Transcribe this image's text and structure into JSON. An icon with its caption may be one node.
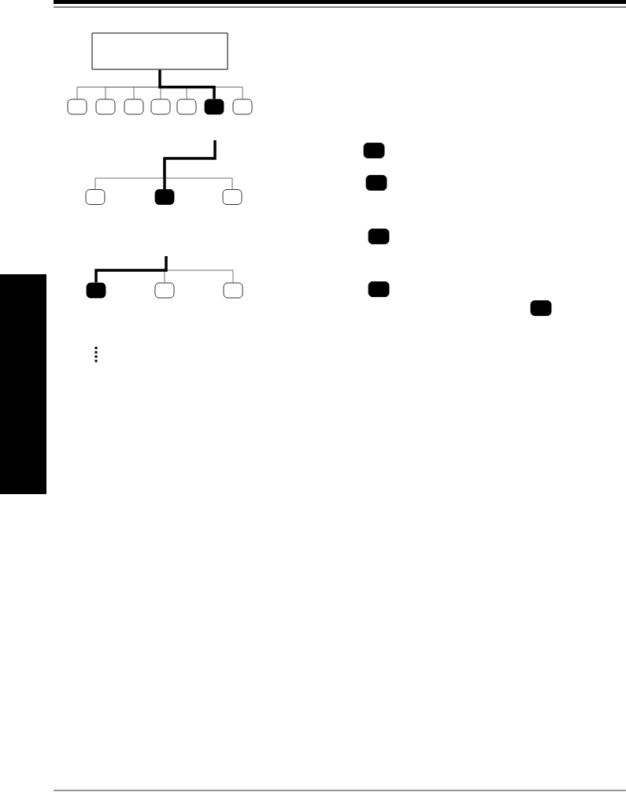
{
  "diagram": {
    "nodes": [
      {
        "text": [],
        "shape": "box"
      },
      {
        "text": [],
        "shape": "box"
      },
      {
        "text": [],
        "shape": "box"
      },
      {
        "text": [],
        "shape": "box"
      },
      {
        "text": [],
        "shape": "box"
      },
      {
        "text": [],
        "shape": "box"
      },
      {
        "text": [],
        "shape": "box"
      },
      {
        "text": [],
        "shape": "box"
      },
      {
        "text": [],
        "shape": "box"
      },
      {
        "text": [],
        "shape": "box"
      },
      {
        "text": [],
        "shape": "box"
      },
      {
        "text": [],
        "shape": "box"
      },
      {
        "text": [],
        "shape": "box"
      },
      {
        "text": [],
        "shape": "box"
      },
      {
        "text": [],
        "shape": "box"
      },
      {
        "text": [],
        "shape": "box"
      },
      {
        "text": [],
        "shape": "box"
      },
      {
        "text": [],
        "shape": "box"
      },
      {
        "text": [],
        "shape": "box"
      },
      {
        "text": [],
        "shape": "bar"
      }
    ],
    "edges": [
      {
        "from": 0,
        "to": 1,
        "arrow": "none"
      },
      {
        "from": 0,
        "to": 2,
        "arrow": "none"
      },
      {
        "from": 0,
        "to": 3,
        "arrow": "none"
      },
      {
        "from": 0,
        "to": 4,
        "arrow": "none"
      },
      {
        "from": 0,
        "to": 5,
        "arrow": "none"
      },
      {
        "from": 0,
        "to": 6,
        "arrow": "none",
        "style": "thick"
      },
      {
        "from": 0,
        "to": 7,
        "arrow": "none"
      },
      {
        "from": null,
        "to": 8,
        "arrow": "none"
      },
      {
        "from": null,
        "to": 9,
        "arrow": "none",
        "style": "thick"
      },
      {
        "from": null,
        "to": 10,
        "arrow": "none"
      },
      {
        "from": null,
        "to": 11,
        "arrow": "none",
        "style": "thick"
      },
      {
        "from": null,
        "to": 12,
        "arrow": "none"
      },
      {
        "from": null,
        "to": 13,
        "arrow": "none"
      }
    ]
  }
}
